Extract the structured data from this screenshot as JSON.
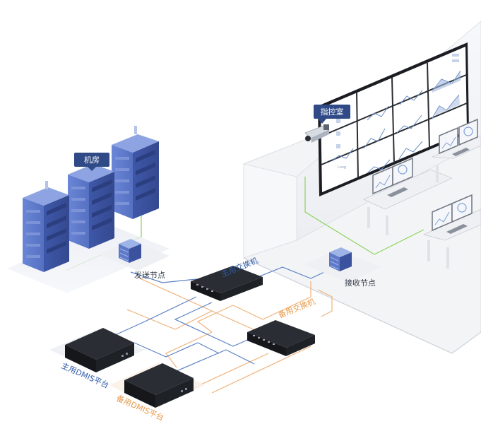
{
  "labels": {
    "machine_room": "机房",
    "control_room": "指控室",
    "send_node": "发送节点",
    "receive_node": "接收节点",
    "main_switch": "主用交换机",
    "backup_switch": "备用交换机",
    "main_dmis": "主用DMIS平台",
    "backup_dmis": "备用DMIS平台"
  },
  "video_wall": {
    "chart_label": "Long"
  },
  "colors": {
    "link_blue": "#5d82c7",
    "link_orange": "#f0b27a",
    "link_green": "#8cd35a",
    "tag_bg": "#2f4a86",
    "device_dark": "#1f2228",
    "server_blue": "#5571c4"
  }
}
